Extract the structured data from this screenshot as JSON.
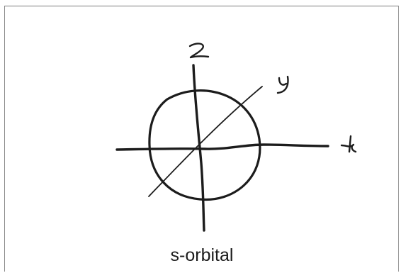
{
  "diagram": {
    "caption": "s-orbital",
    "axis_labels": {
      "z": "z",
      "y": "y",
      "x": "x"
    }
  },
  "colors": {
    "ink": "#1c1c1c",
    "frame": "#808080",
    "background": "#ffffff"
  }
}
